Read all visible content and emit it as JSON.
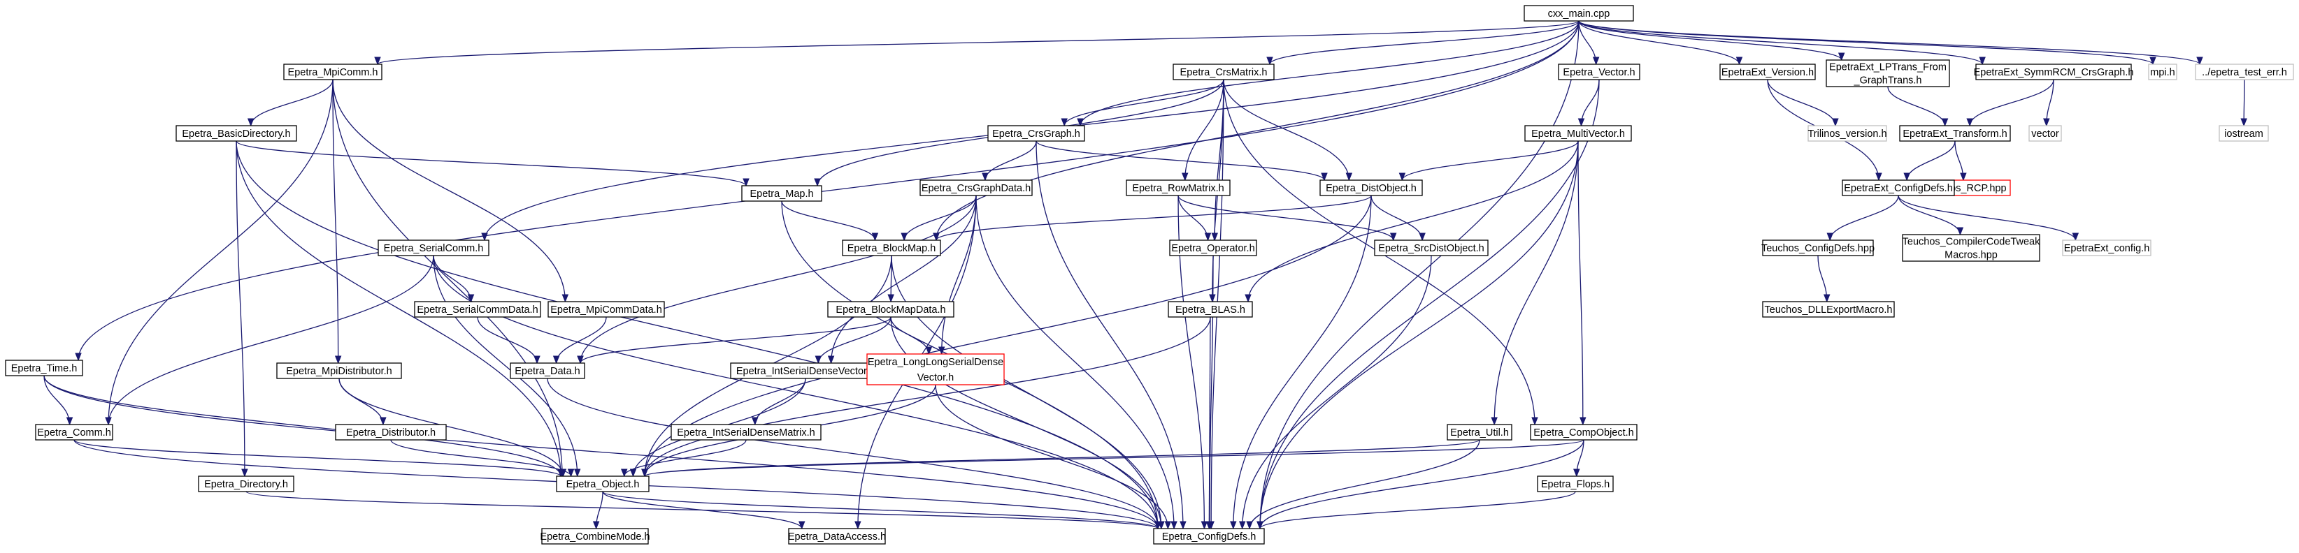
{
  "colors": {
    "edge": "#191970",
    "node_border": "#000000",
    "root_fill": "#bfbfbf",
    "external_border": "#bfbfbf",
    "missing_border": "#ff0000"
  },
  "nodes": [
    {
      "id": "cxx_main",
      "lines": [
        "cxx_main.cpp"
      ],
      "kind": "root"
    },
    {
      "id": "time",
      "lines": [
        "Epetra_Time.h"
      ]
    },
    {
      "id": "mpicomm",
      "lines": [
        "Epetra_MpiComm.h"
      ]
    },
    {
      "id": "serialcomm",
      "lines": [
        "Epetra_SerialComm.h"
      ]
    },
    {
      "id": "blockmap",
      "lines": [
        "Epetra_BlockMap.h"
      ]
    },
    {
      "id": "crsgraph",
      "lines": [
        "Epetra_CrsGraph.h"
      ]
    },
    {
      "id": "crsmatrix",
      "lines": [
        "Epetra_CrsMatrix.h"
      ]
    },
    {
      "id": "vector",
      "lines": [
        "Epetra_Vector.h"
      ]
    },
    {
      "id": "ext_version",
      "lines": [
        "EpetraExt_Version.h"
      ]
    },
    {
      "id": "ext_lptrans",
      "lines": [
        "EpetraExt_LPTrans_From",
        "_GraphTrans.h"
      ]
    },
    {
      "id": "ext_symmrcm",
      "lines": [
        "EpetraExt_SymmRCM_CrsGraph.h"
      ]
    },
    {
      "id": "mpi",
      "lines": [
        "mpi.h"
      ],
      "kind": "external"
    },
    {
      "id": "epetra_test_err",
      "lines": [
        "../epetra_test_err.h"
      ],
      "kind": "external"
    },
    {
      "id": "basicdir",
      "lines": [
        "Epetra_BasicDirectory.h"
      ]
    },
    {
      "id": "map",
      "lines": [
        "Epetra_Map.h"
      ]
    },
    {
      "id": "crsgraphdata",
      "lines": [
        "Epetra_CrsGraphData.h"
      ]
    },
    {
      "id": "rowmatrix",
      "lines": [
        "Epetra_RowMatrix.h"
      ]
    },
    {
      "id": "distobject",
      "lines": [
        "Epetra_DistObject.h"
      ]
    },
    {
      "id": "multivector",
      "lines": [
        "Epetra_MultiVector.h"
      ]
    },
    {
      "id": "trilinos_version",
      "lines": [
        "Trilinos_version.h"
      ],
      "kind": "external"
    },
    {
      "id": "ext_transform",
      "lines": [
        "EpetraExt_Transform.h"
      ]
    },
    {
      "id": "vector_std",
      "lines": [
        "vector"
      ],
      "kind": "external"
    },
    {
      "id": "iostream",
      "lines": [
        "iostream"
      ],
      "kind": "external"
    },
    {
      "id": "teuchos_rcp",
      "lines": [
        "Teuchos_RCP.hpp"
      ],
      "kind": "missing"
    },
    {
      "id": "ext_configdefs",
      "lines": [
        "EpetraExt_ConfigDefs.h"
      ]
    },
    {
      "id": "serialcommdata",
      "lines": [
        "Epetra_SerialCommData.h"
      ]
    },
    {
      "id": "mpicommdata",
      "lines": [
        "Epetra_MpiCommData.h"
      ]
    },
    {
      "id": "operator",
      "lines": [
        "Epetra_Operator.h"
      ]
    },
    {
      "id": "srcdistobject",
      "lines": [
        "Epetra_SrcDistObject.h"
      ]
    },
    {
      "id": "teuchos_configdefs",
      "lines": [
        "Teuchos_ConfigDefs.hpp"
      ]
    },
    {
      "id": "teuchos_compiler",
      "lines": [
        "Teuchos_CompilerCodeTweak",
        "Macros.hpp"
      ]
    },
    {
      "id": "ext_config",
      "lines": [
        "EpetraExt_config.h"
      ],
      "kind": "external"
    },
    {
      "id": "blockmapdata",
      "lines": [
        "Epetra_BlockMapData.h"
      ]
    },
    {
      "id": "blas",
      "lines": [
        "Epetra_BLAS.h"
      ]
    },
    {
      "id": "teuchos_dll",
      "lines": [
        "Teuchos_DLLExportMacro.h"
      ]
    },
    {
      "id": "mpidistributor",
      "lines": [
        "Epetra_MpiDistributor.h"
      ]
    },
    {
      "id": "data",
      "lines": [
        "Epetra_Data.h"
      ]
    },
    {
      "id": "intserialdensevector",
      "lines": [
        "Epetra_IntSerialDenseVector.h"
      ]
    },
    {
      "id": "longlong",
      "lines": [
        "Epetra_LongLongSerialDense",
        "Vector.h"
      ],
      "kind": "missing"
    },
    {
      "id": "comm",
      "lines": [
        "Epetra_Comm.h"
      ]
    },
    {
      "id": "distributor",
      "lines": [
        "Epetra_Distributor.h"
      ]
    },
    {
      "id": "intserialdensematrix",
      "lines": [
        "Epetra_IntSerialDenseMatrix.h"
      ]
    },
    {
      "id": "util",
      "lines": [
        "Epetra_Util.h"
      ]
    },
    {
      "id": "compobject",
      "lines": [
        "Epetra_CompObject.h"
      ]
    },
    {
      "id": "directory",
      "lines": [
        "Epetra_Directory.h"
      ]
    },
    {
      "id": "object",
      "lines": [
        "Epetra_Object.h"
      ]
    },
    {
      "id": "flops",
      "lines": [
        "Epetra_Flops.h"
      ]
    },
    {
      "id": "combinemode",
      "lines": [
        "Epetra_CombineMode.h"
      ]
    },
    {
      "id": "dataaccess",
      "lines": [
        "Epetra_DataAccess.h"
      ]
    },
    {
      "id": "configdefs",
      "lines": [
        "Epetra_ConfigDefs.h"
      ]
    }
  ],
  "edges": [
    [
      "cxx_main",
      "time"
    ],
    [
      "cxx_main",
      "mpicomm"
    ],
    [
      "cxx_main",
      "serialcomm"
    ],
    [
      "cxx_main",
      "blockmap"
    ],
    [
      "cxx_main",
      "crsgraph"
    ],
    [
      "cxx_main",
      "crsmatrix"
    ],
    [
      "cxx_main",
      "vector"
    ],
    [
      "cxx_main",
      "ext_version"
    ],
    [
      "cxx_main",
      "ext_lptrans"
    ],
    [
      "cxx_main",
      "ext_symmrcm"
    ],
    [
      "cxx_main",
      "mpi"
    ],
    [
      "cxx_main",
      "epetra_test_err"
    ],
    [
      "cxx_main",
      "configdefs"
    ],
    [
      "time",
      "comm"
    ],
    [
      "time",
      "object"
    ],
    [
      "time",
      "configdefs"
    ],
    [
      "mpicomm",
      "basicdir"
    ],
    [
      "mpicomm",
      "comm"
    ],
    [
      "mpicomm",
      "mpidistributor"
    ],
    [
      "mpicomm",
      "mpicommdata"
    ],
    [
      "mpicomm",
      "object"
    ],
    [
      "serialcomm",
      "serialcommdata"
    ],
    [
      "serialcomm",
      "comm"
    ],
    [
      "serialcomm",
      "object"
    ],
    [
      "serialcomm",
      "configdefs"
    ],
    [
      "basicdir",
      "map"
    ],
    [
      "basicdir",
      "directory"
    ],
    [
      "basicdir",
      "object"
    ],
    [
      "basicdir",
      "configdefs"
    ],
    [
      "map",
      "blockmap"
    ],
    [
      "map",
      "configdefs"
    ],
    [
      "blockmap",
      "blockmapdata"
    ],
    [
      "blockmap",
      "object"
    ],
    [
      "blockmap",
      "configdefs"
    ],
    [
      "crsgraph",
      "crsgraphdata"
    ],
    [
      "crsgraph",
      "distobject"
    ],
    [
      "crsgraph",
      "configdefs"
    ],
    [
      "crsgraphdata",
      "blockmap"
    ],
    [
      "crsgraphdata",
      "data"
    ],
    [
      "crsgraphdata",
      "intserialdensevector"
    ],
    [
      "crsgraphdata",
      "longlong"
    ],
    [
      "crsgraphdata",
      "dataaccess"
    ],
    [
      "crsgraphdata",
      "configdefs"
    ],
    [
      "crsmatrix",
      "map"
    ],
    [
      "crsmatrix",
      "crsgraph"
    ],
    [
      "crsmatrix",
      "rowmatrix"
    ],
    [
      "crsmatrix",
      "distobject"
    ],
    [
      "crsmatrix",
      "operator"
    ],
    [
      "crsmatrix",
      "blas"
    ],
    [
      "crsmatrix",
      "compobject"
    ],
    [
      "crsmatrix",
      "configdefs"
    ],
    [
      "rowmatrix",
      "operator"
    ],
    [
      "rowmatrix",
      "srcdistobject"
    ],
    [
      "rowmatrix",
      "configdefs"
    ],
    [
      "distobject",
      "blockmap"
    ],
    [
      "distobject",
      "srcdistobject"
    ],
    [
      "distobject",
      "object"
    ],
    [
      "distobject",
      "configdefs"
    ],
    [
      "vector",
      "multivector"
    ],
    [
      "vector",
      "configdefs"
    ],
    [
      "multivector",
      "distobject"
    ],
    [
      "multivector",
      "blas"
    ],
    [
      "multivector",
      "util"
    ],
    [
      "multivector",
      "compobject"
    ],
    [
      "multivector",
      "configdefs"
    ],
    [
      "ext_version",
      "trilinos_version"
    ],
    [
      "ext_version",
      "ext_configdefs"
    ],
    [
      "ext_lptrans",
      "ext_transform"
    ],
    [
      "ext_symmrcm",
      "ext_transform"
    ],
    [
      "ext_symmrcm",
      "vector_std"
    ],
    [
      "epetra_test_err",
      "iostream"
    ],
    [
      "ext_transform",
      "ext_configdefs"
    ],
    [
      "ext_transform",
      "teuchos_rcp"
    ],
    [
      "ext_configdefs",
      "teuchos_configdefs"
    ],
    [
      "ext_configdefs",
      "teuchos_compiler"
    ],
    [
      "ext_configdefs",
      "ext_config"
    ],
    [
      "teuchos_configdefs",
      "teuchos_dll"
    ],
    [
      "serialcommdata",
      "data"
    ],
    [
      "mpicommdata",
      "data"
    ],
    [
      "operator",
      "configdefs"
    ],
    [
      "srcdistobject",
      "configdefs"
    ],
    [
      "blockmapdata",
      "data"
    ],
    [
      "blockmapdata",
      "intserialdensevector"
    ],
    [
      "blockmapdata",
      "longlong"
    ],
    [
      "blockmapdata",
      "configdefs"
    ],
    [
      "blas",
      "object"
    ],
    [
      "blas",
      "configdefs"
    ],
    [
      "mpidistributor",
      "distributor"
    ],
    [
      "mpidistributor",
      "object"
    ],
    [
      "data",
      "configdefs"
    ],
    [
      "intserialdensevector",
      "intserialdensematrix"
    ],
    [
      "intserialdensevector",
      "object"
    ],
    [
      "longlong",
      "object"
    ],
    [
      "longlong",
      "configdefs"
    ],
    [
      "comm",
      "object"
    ],
    [
      "comm",
      "configdefs"
    ],
    [
      "distributor",
      "object"
    ],
    [
      "intserialdensematrix",
      "object"
    ],
    [
      "util",
      "object"
    ],
    [
      "util",
      "configdefs"
    ],
    [
      "compobject",
      "flops"
    ],
    [
      "compobject",
      "object"
    ],
    [
      "compobject",
      "configdefs"
    ],
    [
      "directory",
      "configdefs"
    ],
    [
      "object",
      "combinemode"
    ],
    [
      "object",
      "dataaccess"
    ],
    [
      "object",
      "configdefs"
    ],
    [
      "flops",
      "configdefs"
    ]
  ]
}
